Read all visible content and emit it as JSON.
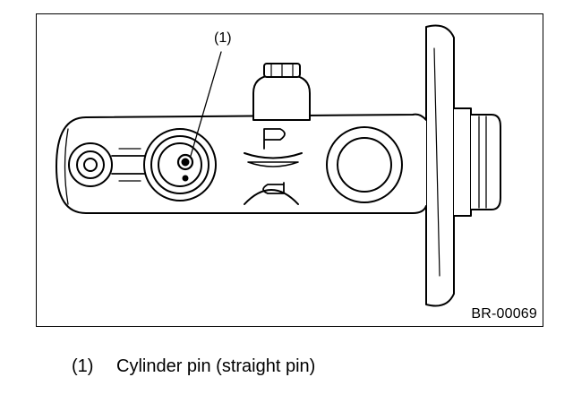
{
  "figure": {
    "callout": "(1)",
    "figure_id": "BR-00069"
  },
  "legend": {
    "number": "(1)",
    "text": "Cylinder pin (straight pin)"
  }
}
